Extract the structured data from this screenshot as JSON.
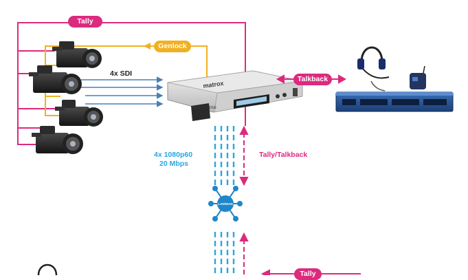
{
  "labels": {
    "tally_top": "Tally",
    "genlock": "Genlock",
    "sdi": "4x SDI",
    "talkback": "Talkback",
    "stream_line1": "4x 1080p60",
    "stream_line2": "20 Mbps",
    "tally_talkback": "Tally/Talkback",
    "network": "LAN/WAN",
    "tally_bottom": "Tally",
    "encoder_brand": "matrox",
    "encoder_model": "Monarch EDGE"
  },
  "colors": {
    "tally": "#dc2a7e",
    "genlock": "#f0b020",
    "sdi": "#4a7fb5",
    "stream": "#2aa6df",
    "network": "#1f86c9",
    "sdi_text": "#222222"
  },
  "icons": {
    "cameras": "broadcast-camera-icon",
    "encoder": "encoder-device-icon",
    "intercom": "intercom-headset-icon",
    "network": "network-hub-icon"
  }
}
